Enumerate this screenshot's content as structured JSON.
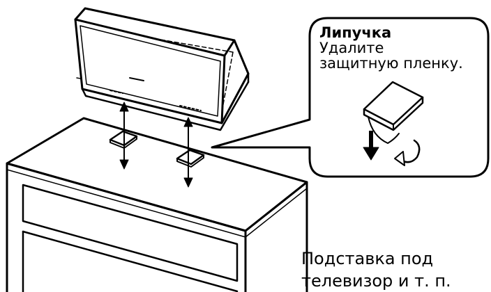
{
  "callout": {
    "title": "Липучка",
    "line1": "Удалите",
    "line2": "защитную пленку."
  },
  "caption": {
    "line1": "Подставка под",
    "line2": "телевизор и т. п."
  },
  "colors": {
    "stroke": "#000000",
    "background": "#ffffff"
  },
  "icons": {
    "peel_arrow": "down-arrow-icon",
    "rotate_arrow": "rotate-arrow-icon"
  }
}
